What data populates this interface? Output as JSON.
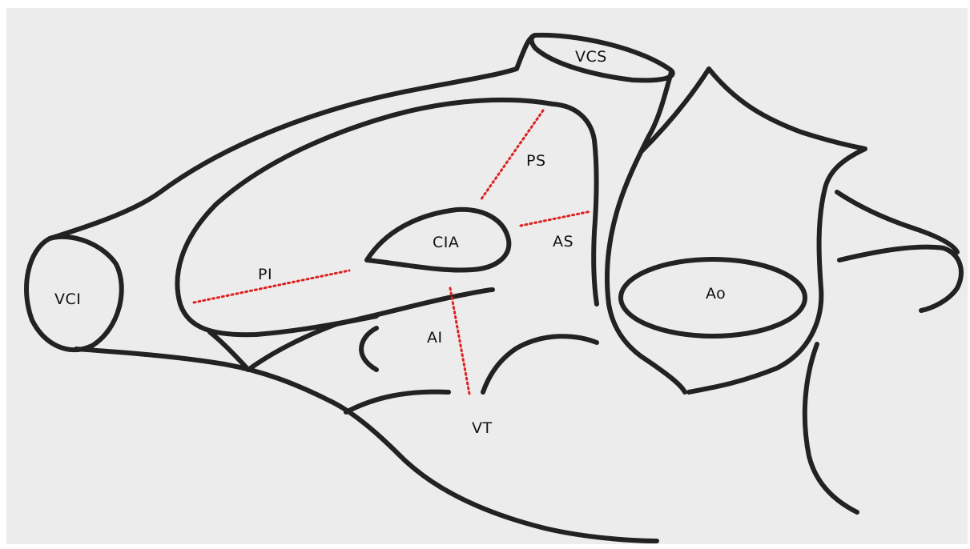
{
  "labels": {
    "vcs": "VCS",
    "vci": "VCI",
    "ps": "PS",
    "cia": "CIA",
    "as": "AS",
    "pi": "PI",
    "ai": "AI",
    "vt": "VT",
    "ao": "Ao"
  },
  "colors": {
    "background": "#ffffff",
    "paper": "#ececec",
    "outline": "#222222",
    "measurement_line": "#e02020",
    "label_text": "#111111"
  }
}
